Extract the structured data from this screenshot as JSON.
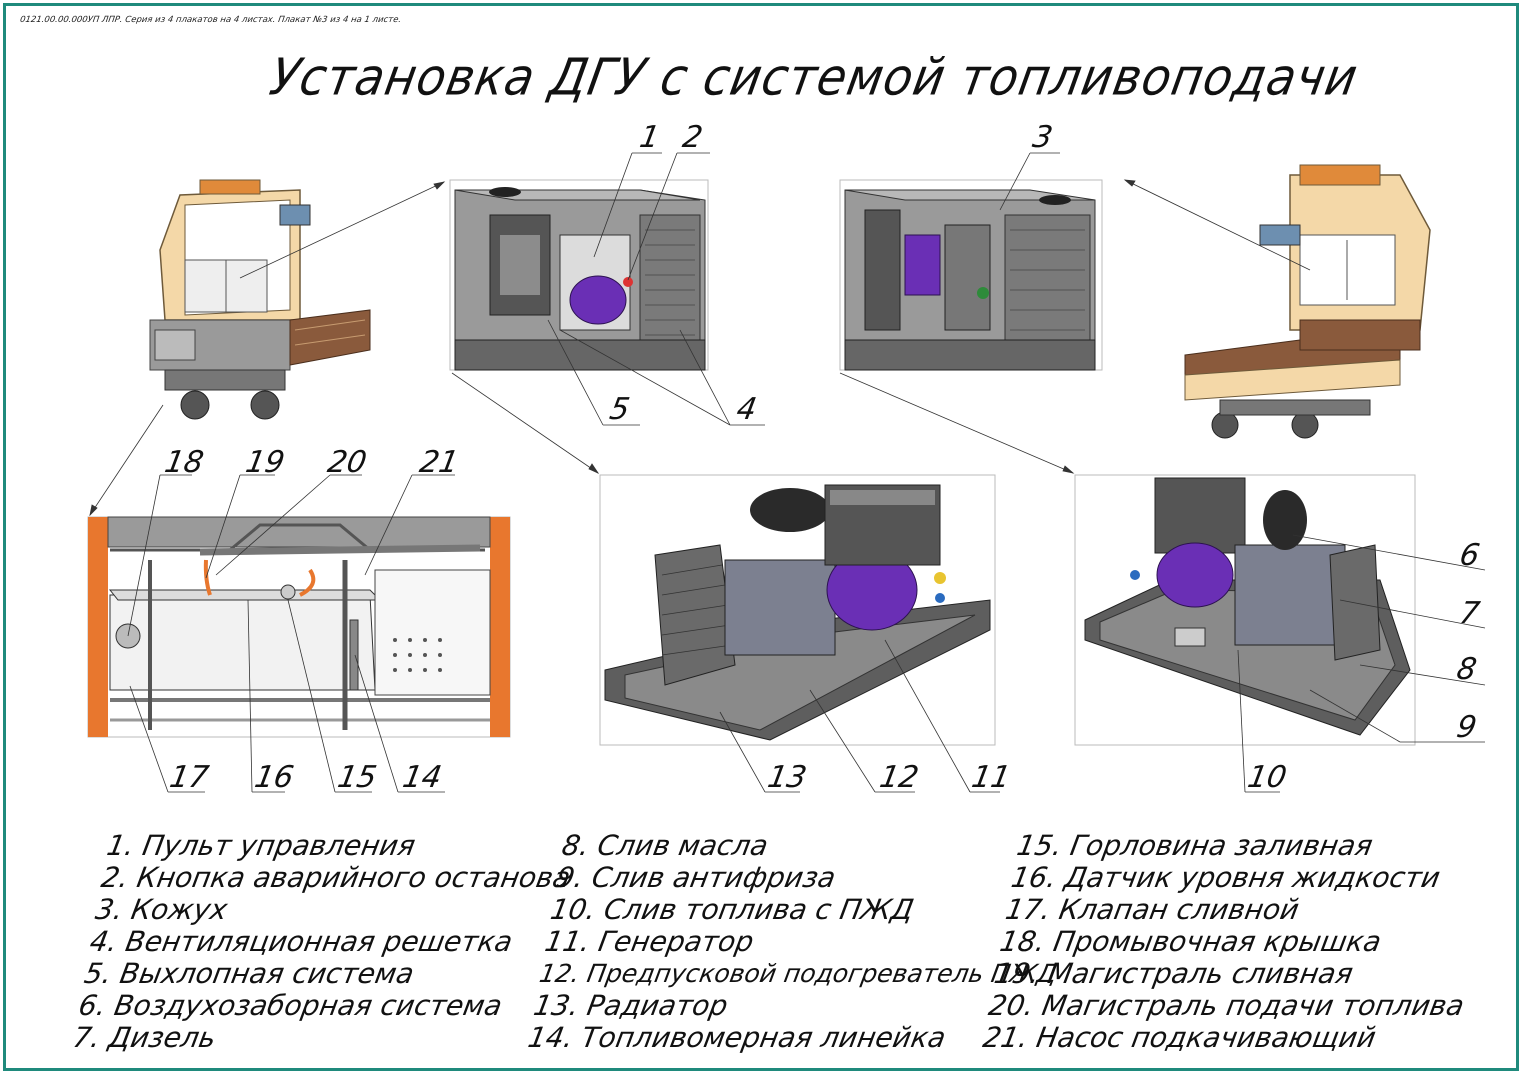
{
  "header_note": "0121.00.00.000УП ЛПР. Серия из 4 плакатов на 4 листах. Плакат №3 из 4 на 1 листе.",
  "title": "Установка ДГУ с системой топливоподачи",
  "callouts": [
    "1",
    "2",
    "3",
    "4",
    "5",
    "6",
    "7",
    "8",
    "9",
    "10",
    "11",
    "12",
    "13",
    "14",
    "15",
    "16",
    "17",
    "18",
    "19",
    "20",
    "21"
  ],
  "legend": {
    "col1": [
      "1. Пульт управления",
      "2. Кнопка аварийного останова",
      "3. Кожух",
      "4. Вентиляционная решетка",
      "5. Выхлопная система",
      "6. Воздухозаборная система",
      "7. Дизель"
    ],
    "col2": [
      "8. Слив масла",
      "9. Слив антифриза",
      "10. Слив топлива с ПЖД",
      "11. Генератор",
      "12. Предпусковой подогреватель ПЖД",
      "13. Радиатор",
      "14.  Топливомерная линейка"
    ],
    "col3": [
      "15. Горловина заливная",
      "16. Датчик уровня жидкости",
      "17. Клапан сливной",
      "18. Промывочная крышка",
      "19. Магистраль сливная",
      "20. Магистраль подачи топлива",
      "21. Насос подкачивающий"
    ]
  },
  "colors": {
    "frame": "#1f8a7c",
    "vehicle_body": "#f4d8a8",
    "enclosure": "#8c8c8c",
    "generator": "#6a2fb5",
    "pipe": "#e8772e",
    "brown_deck": "#8a5a3c"
  }
}
